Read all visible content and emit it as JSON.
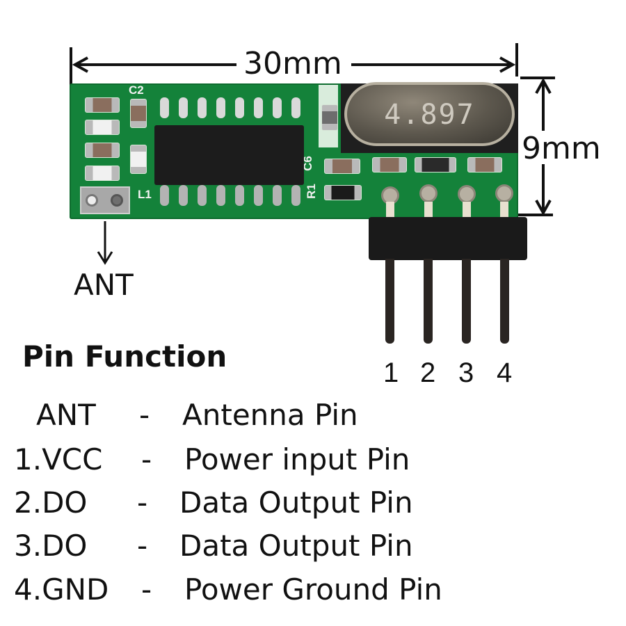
{
  "dimensions": {
    "width_label": "30mm",
    "height_label": "9mm"
  },
  "module": {
    "crystal_marking": "4.897",
    "silkscreen": [
      "C2",
      "L1",
      "C6",
      "R1"
    ],
    "antenna_label": "ANT",
    "pin_numbers": [
      "1",
      "2",
      "3",
      "4"
    ],
    "colors": {
      "pcb": "#14823a",
      "crystal": "#5c574d",
      "header": "#1a1a1a"
    }
  },
  "pin_function": {
    "title": "Pin Function",
    "rows": [
      {
        "pin": "ANT",
        "sep": "-",
        "desc": "Antenna Pin"
      },
      {
        "pin": "1.VCC",
        "sep": "-",
        "desc": "Power input Pin"
      },
      {
        "pin": "2.DO",
        "sep": "-",
        "desc": "Data Output Pin"
      },
      {
        "pin": "3.DO",
        "sep": "-",
        "desc": "Data Output Pin"
      },
      {
        "pin": "4.GND",
        "sep": "-",
        "desc": "Power Ground Pin"
      }
    ]
  }
}
